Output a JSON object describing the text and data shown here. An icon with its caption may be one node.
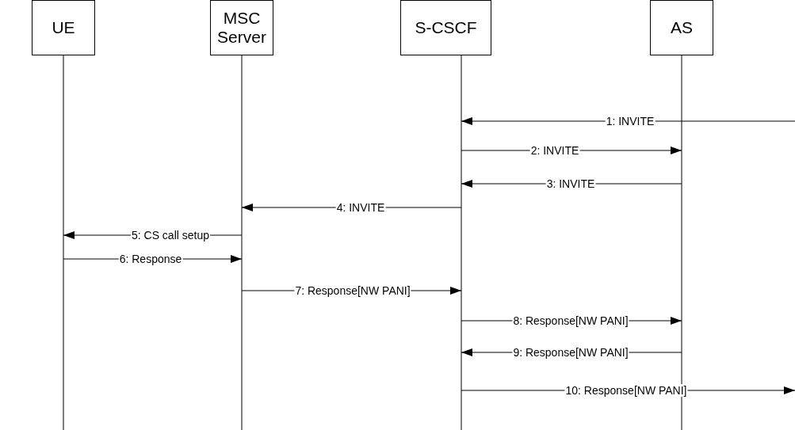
{
  "diagram": {
    "nodes": [
      {
        "text": [
          "UE"
        ]
      },
      {
        "text": [
          "MSC Server"
        ]
      },
      {
        "text": [
          "S-CSCF"
        ]
      },
      {
        "text": [
          "AS"
        ]
      }
    ],
    "edges": [
      {
        "from": null,
        "to": 2,
        "arrow": "to",
        "label": "1: INVITE"
      },
      {
        "from": 2,
        "to": 3,
        "arrow": "to",
        "label": "2: INVITE"
      },
      {
        "from": 3,
        "to": 2,
        "arrow": "to",
        "label": "3: INVITE"
      },
      {
        "from": 2,
        "to": 1,
        "arrow": "to",
        "label": "4: INVITE"
      },
      {
        "from": 1,
        "to": 0,
        "arrow": "to",
        "label": "5: CS call setup"
      },
      {
        "from": 0,
        "to": 1,
        "arrow": "to",
        "label": "6: Response"
      },
      {
        "from": 1,
        "to": 2,
        "arrow": "to",
        "label": "7: Response[NW PANI]"
      },
      {
        "from": 2,
        "to": 3,
        "arrow": "to",
        "label": "8: Response[NW PANI]"
      },
      {
        "from": 3,
        "to": 2,
        "arrow": "to",
        "label": "9: Response[NW PANI]"
      },
      {
        "from": 2,
        "to": null,
        "arrow": "to",
        "label": "10: Response[NW PANI]"
      }
    ]
  }
}
